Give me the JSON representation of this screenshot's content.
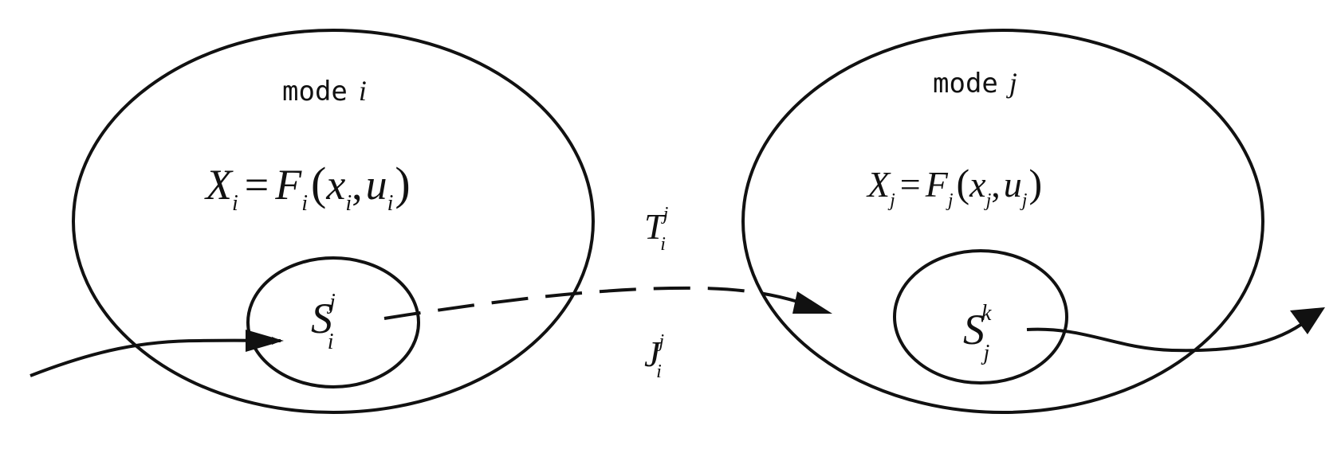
{
  "mode_i": {
    "label": "mode",
    "index": "i",
    "equation": {
      "lhs_base": "X",
      "lhs_sub": "i",
      "equals": "=",
      "func": "F",
      "func_sub": "i",
      "open": "(",
      "arg1": "x",
      "arg1_sub": "i",
      "comma": ",",
      "arg2": "u",
      "arg2_sub": "i",
      "close": ")"
    },
    "set": {
      "base": "S",
      "sub": "i",
      "sup": "j"
    }
  },
  "mode_j": {
    "label": "mode",
    "index": "j",
    "equation": {
      "lhs_base": "X",
      "lhs_sub": "j",
      "equals": "=",
      "func": "F",
      "func_sub": "j",
      "open": "(",
      "arg1": "x",
      "arg1_sub": "j",
      "comma": ",",
      "arg2": "u",
      "arg2_sub": "j",
      "close": ")"
    },
    "set": {
      "base": "S",
      "sub": "j",
      "sup": "k"
    }
  },
  "transition": {
    "top": {
      "base": "T",
      "sub": "i",
      "sup": "j"
    },
    "bottom": {
      "base": "J",
      "sub": "i",
      "sup": "j"
    }
  }
}
